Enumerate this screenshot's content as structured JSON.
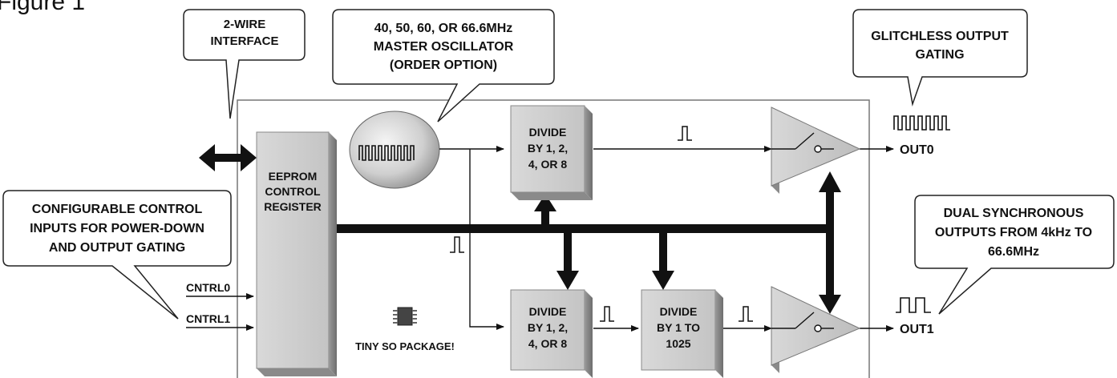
{
  "figure_label": "Figure 1",
  "callouts": {
    "two_wire": [
      "2-WIRE",
      "INTERFACE"
    ],
    "oscillator": [
      "40, 50, 60, OR 66.6MHz",
      "MASTER OSCILLATOR",
      "(ORDER OPTION)"
    ],
    "glitchless": [
      "GLITCHLESS OUTPUT",
      "GATING"
    ],
    "configurable": [
      "CONFIGURABLE CONTROL",
      "INPUTS FOR POWER-DOWN",
      "AND OUTPUT GATING"
    ],
    "dual_sync": [
      "DUAL SYNCHRONOUS",
      "OUTPUTS FROM 4kHz TO",
      "66.6MHz"
    ]
  },
  "blocks": {
    "eeprom": [
      "EEPROM",
      "CONTROL",
      "REGISTER"
    ],
    "divide_top": [
      "DIVIDE",
      "BY 1, 2,",
      "4, OR 8"
    ],
    "divide_bottom": [
      "DIVIDE",
      "BY 1, 2,",
      "4, OR 8"
    ],
    "divide_1025": [
      "DIVIDE",
      "BY 1 TO",
      "1025"
    ]
  },
  "signals": {
    "cntrl0": "CNTRL0",
    "cntrl1": "CNTRL1",
    "out0": "OUT0",
    "out1": "OUT1"
  },
  "package_label": "TINY SO PACKAGE!"
}
